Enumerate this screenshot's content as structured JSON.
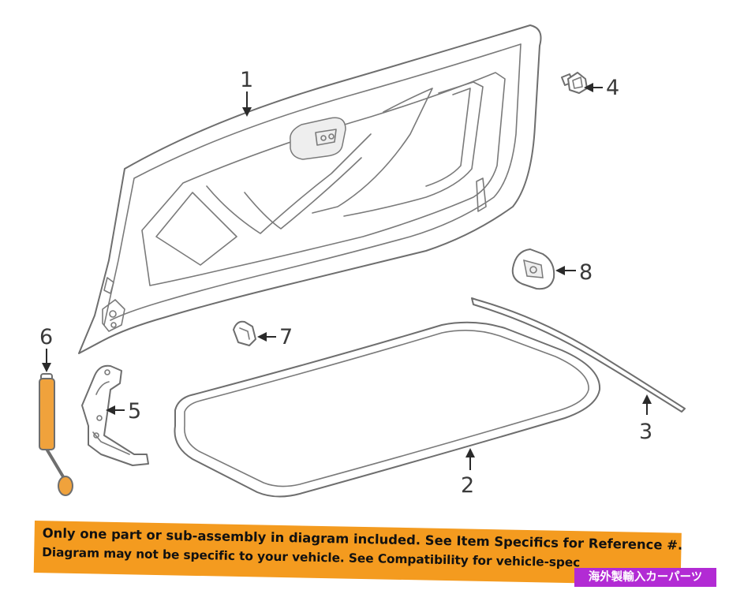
{
  "diagram": {
    "callouts": [
      "1",
      "2",
      "3",
      "4",
      "5",
      "6",
      "7",
      "8"
    ]
  },
  "disclaimer": {
    "line1": "Only one part or sub-assembly in diagram included. See Item Specifics for Reference #.",
    "line2": "Diagram may not be specific to your vehicle. See Compatibility for vehicle-spec"
  },
  "store_badge": "海外製輸入カーパーツ",
  "colors": {
    "banner": "#f49b1f",
    "badge": "#b22bd4",
    "strut_body": "#f0a23c"
  }
}
